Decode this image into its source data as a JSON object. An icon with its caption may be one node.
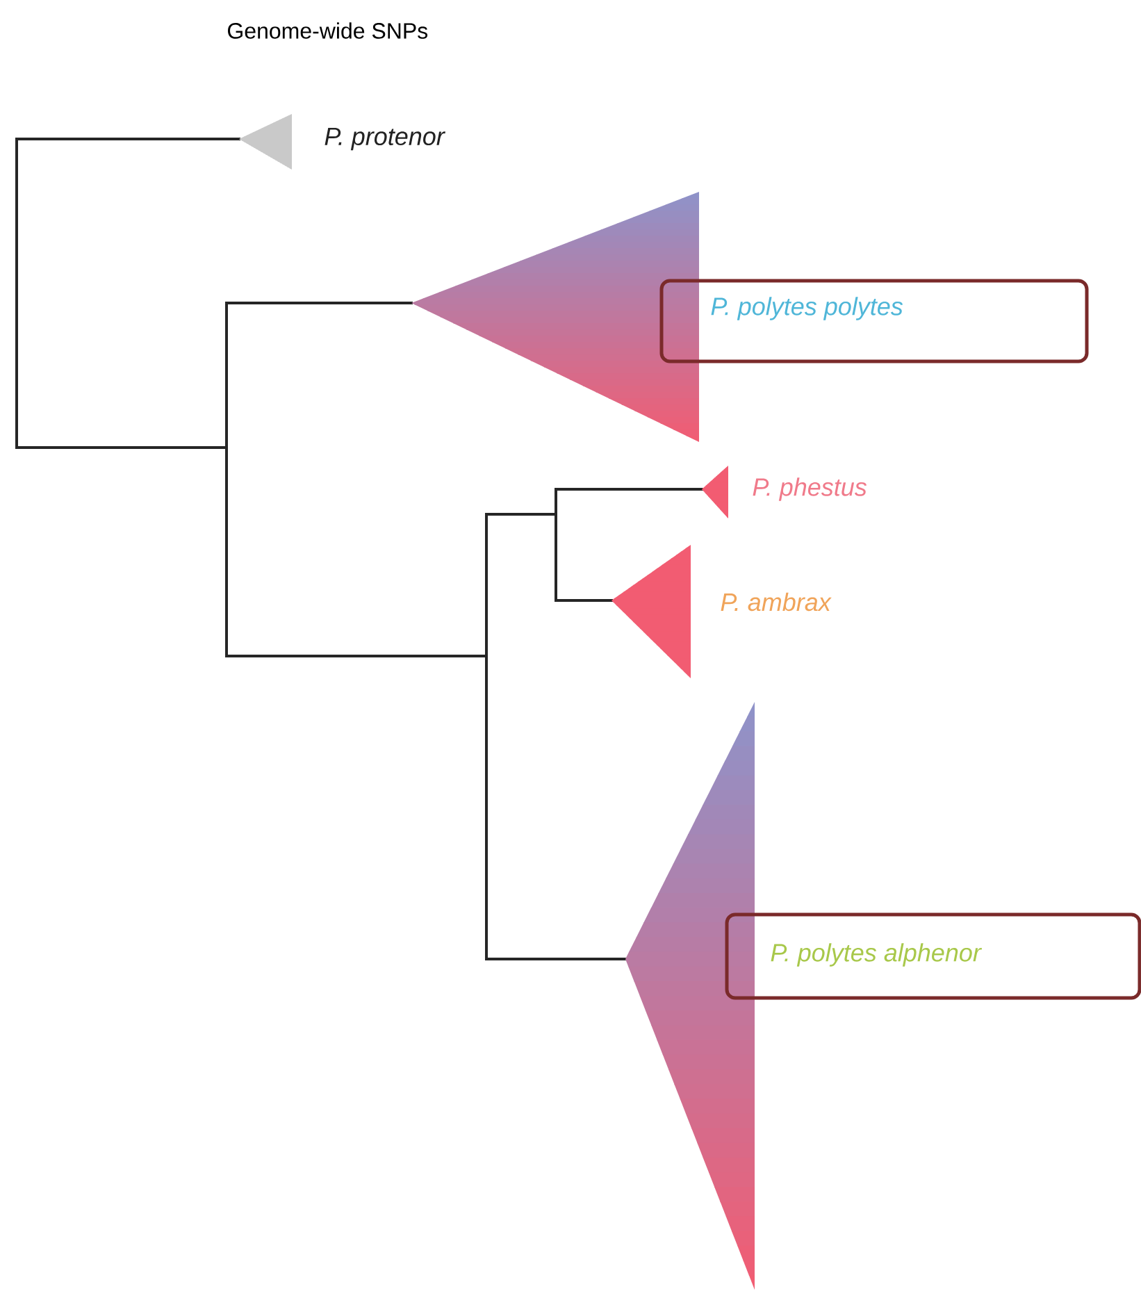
{
  "diagram": {
    "title": "Genome-wide SNPs",
    "nodes": [
      {
        "text": [
          "P. protenor"
        ]
      },
      {
        "text": [],
        "shape": "triangle"
      },
      {
        "text": [
          "P. polytes polytes"
        ]
      },
      {
        "text": [
          "P. phestus"
        ]
      },
      {
        "text": [
          "P. ambrax"
        ]
      },
      {
        "text": [],
        "shape": "triangle"
      },
      {
        "text": [
          "P. polytes alphenor"
        ]
      }
    ]
  }
}
